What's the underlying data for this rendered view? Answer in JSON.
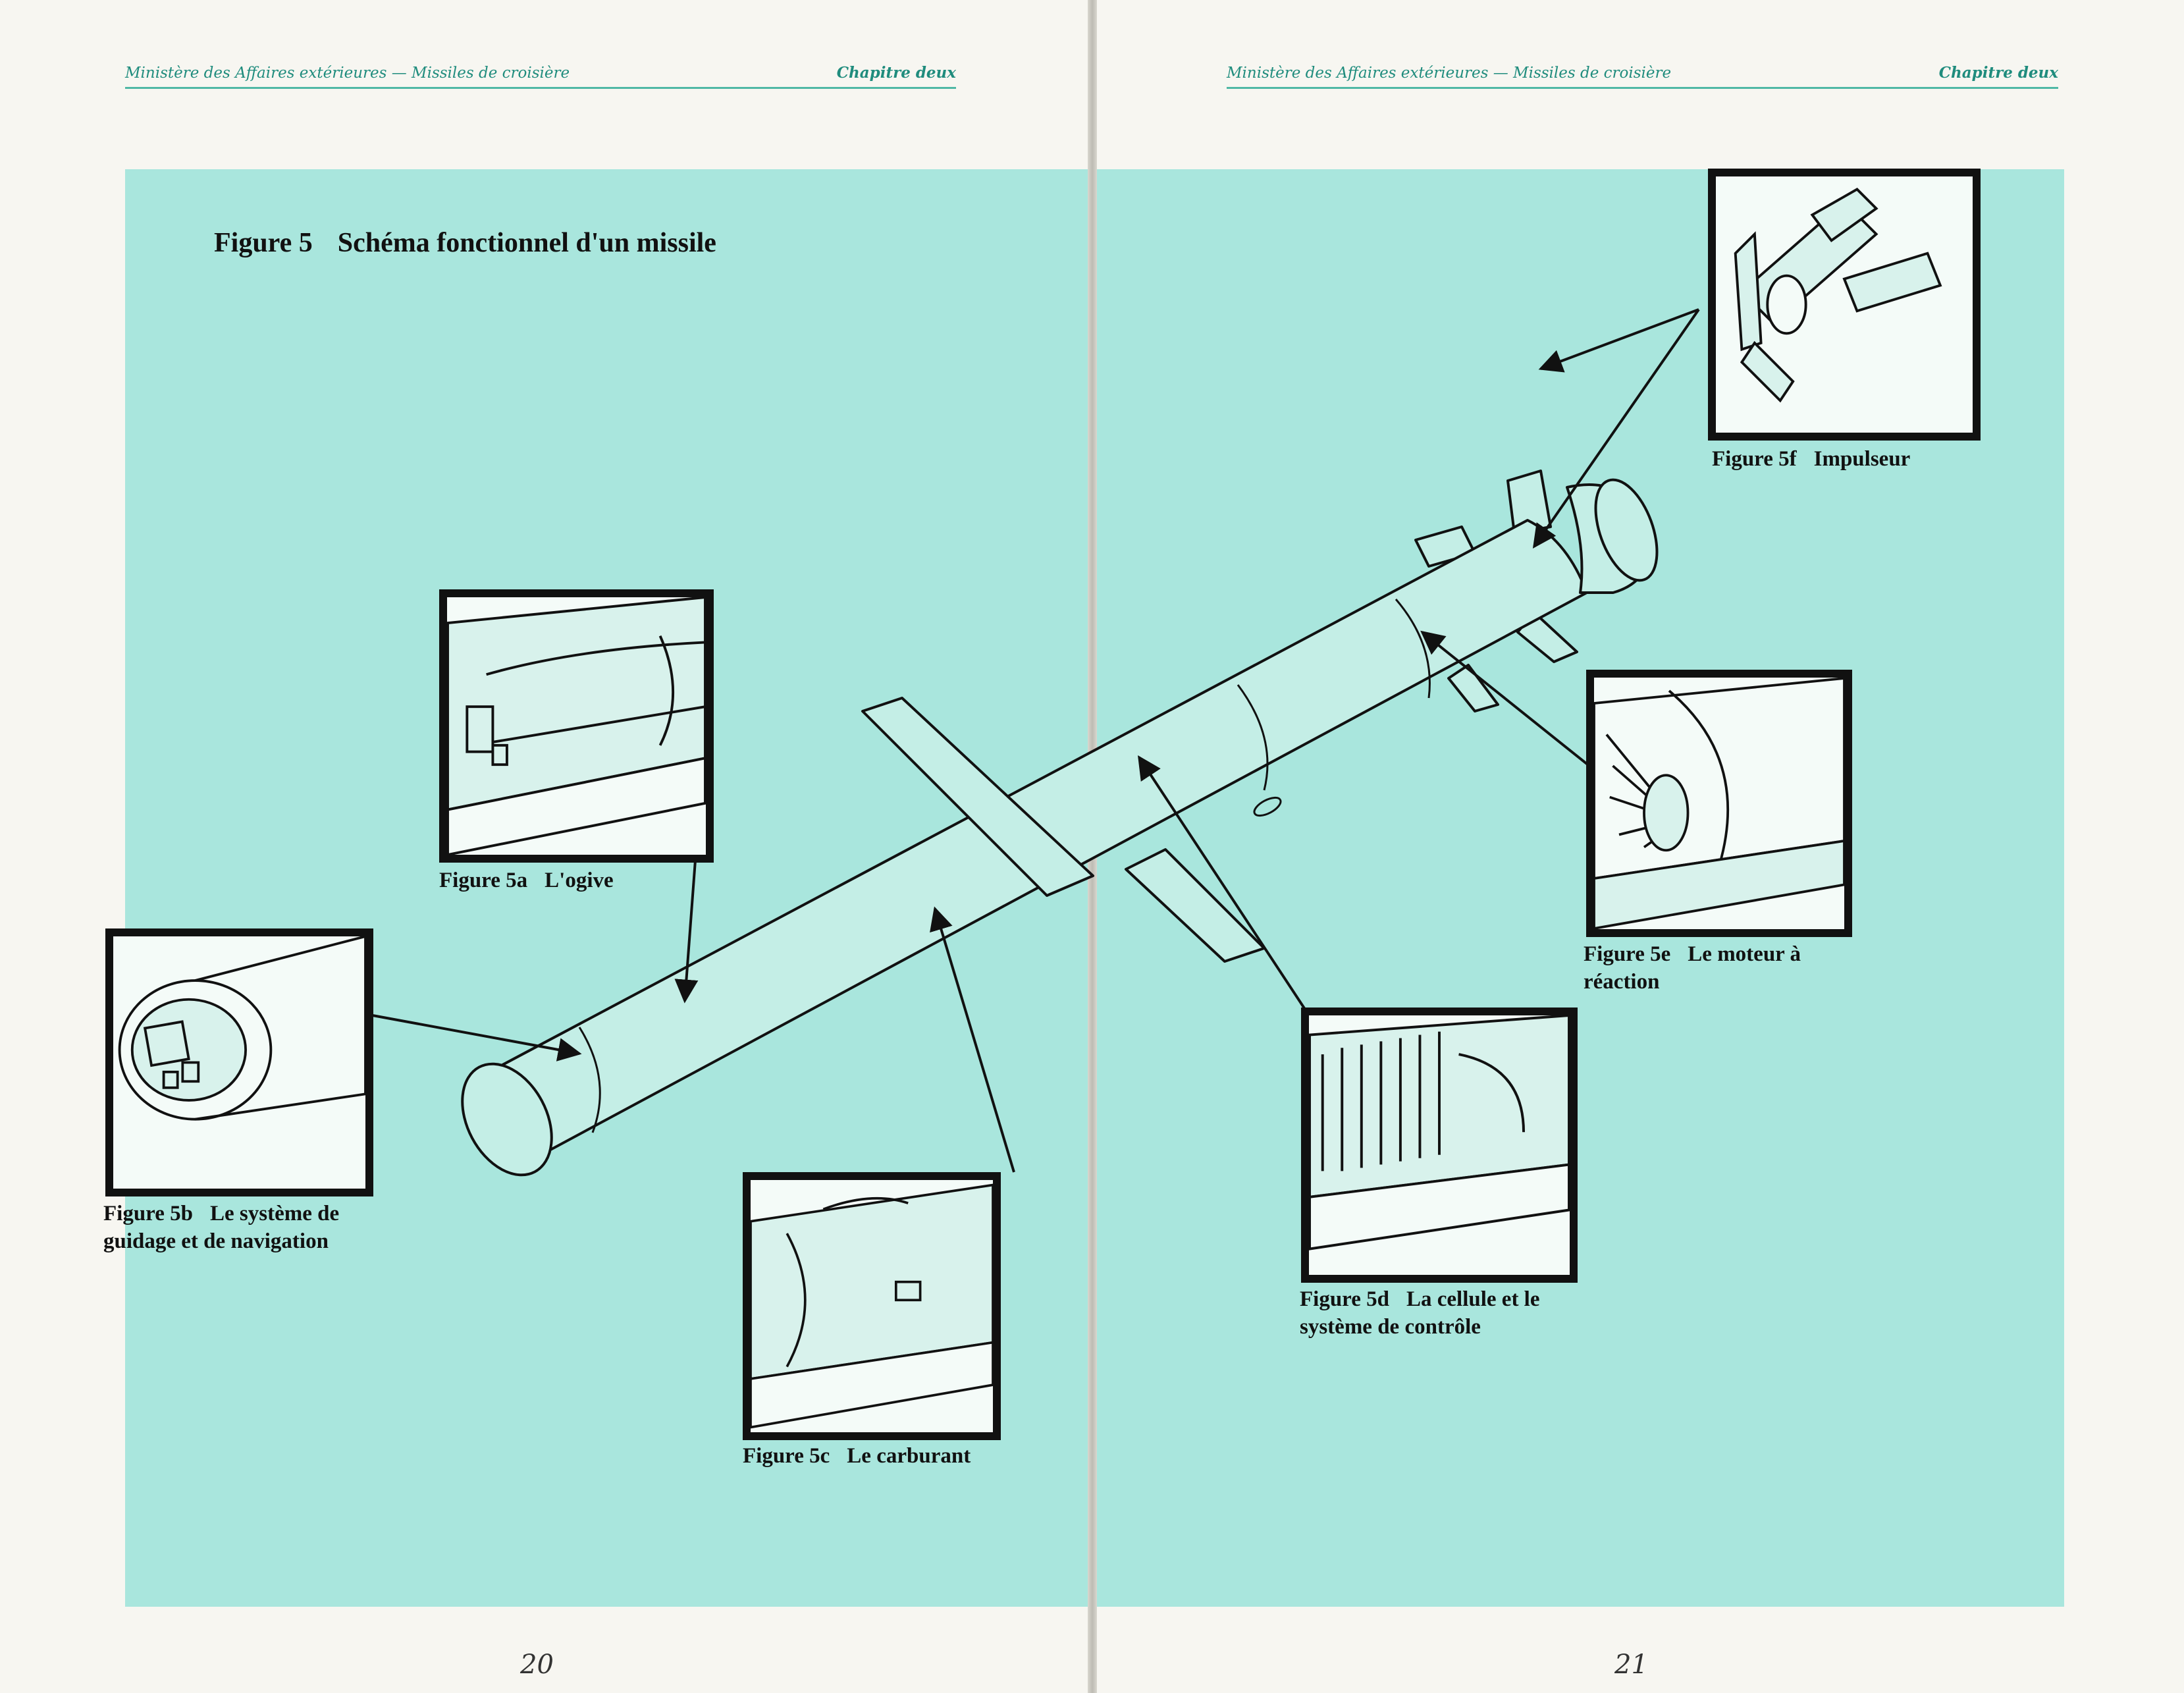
{
  "running_head": {
    "left_text": "Ministère des Affaires extérieures — Missiles de croisière",
    "chapter": "Chapitre deux"
  },
  "page_numbers": {
    "left": "20",
    "right": "21"
  },
  "figure": {
    "number": "Figure 5",
    "title": "Schéma fonctionnel d'un missile"
  },
  "captions": {
    "fig5a": {
      "num": "Figure 5a",
      "text": "L'ogive"
    },
    "fig5b": {
      "num": "Figure 5b",
      "text": "Le système de guidage et de navigation"
    },
    "fig5c": {
      "num": "Figure 5c",
      "text": "Le carburant"
    },
    "fig5d": {
      "num": "Figure 5d",
      "text": "La cellule et le système de contrôle"
    },
    "fig5e": {
      "num": "Figure 5e",
      "text": "Le moteur à réaction"
    },
    "fig5f": {
      "num": "Figure 5f",
      "text": "Impulseur"
    }
  },
  "colors": {
    "tint": "#a9e6dd",
    "rule": "#4fb8a5",
    "header_text": "#1f8c7d",
    "ink": "#111111"
  }
}
